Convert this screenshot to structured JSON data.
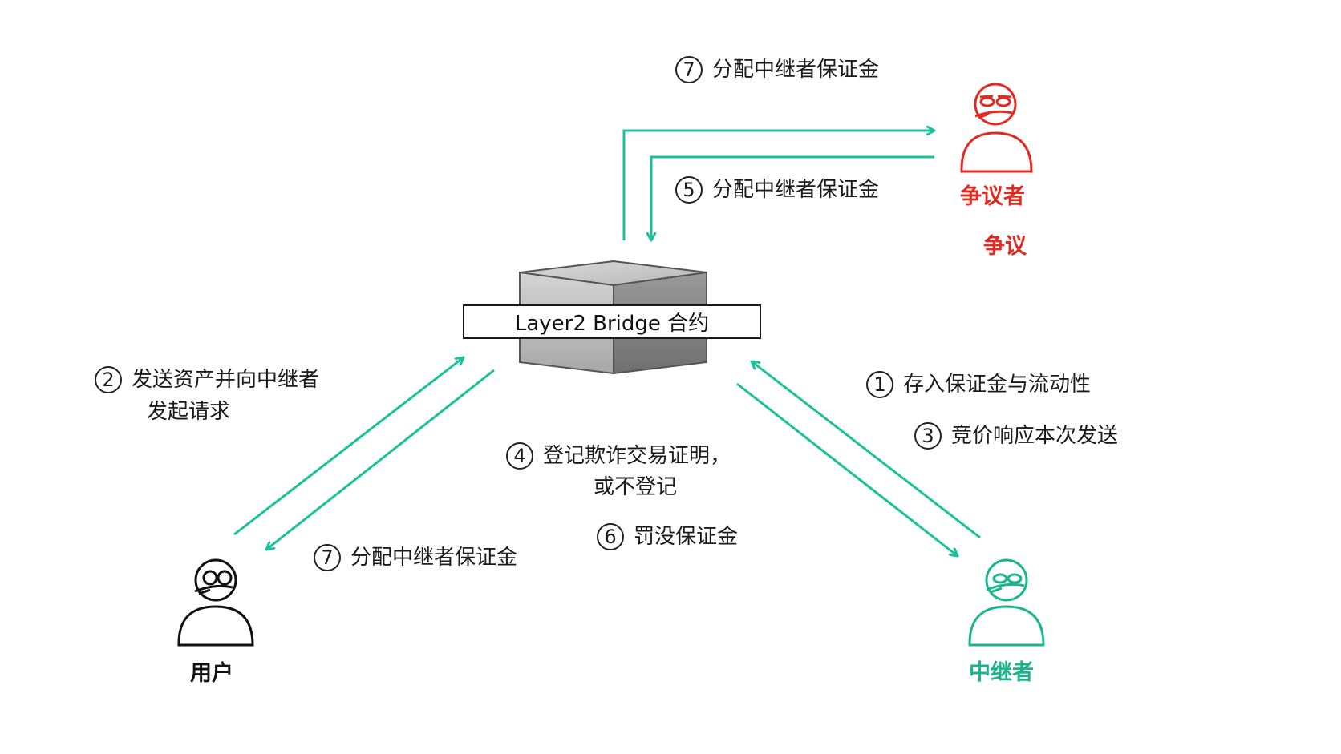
{
  "contract": {
    "label": "Layer2 Bridge 合约"
  },
  "actors": {
    "disputer": "争议者",
    "dispute_action": "争议",
    "user": "用户",
    "relayer": "中继者"
  },
  "steps": {
    "s1": {
      "num": "1",
      "text": "存入保证金与流动性"
    },
    "s2": {
      "num": "2",
      "line1": "发送资产并向中继者",
      "line2": "发起请求"
    },
    "s3": {
      "num": "3",
      "text": "竞价响应本次发送"
    },
    "s4": {
      "num": "4",
      "line1": "登记欺诈交易证明，",
      "line2": "或不登记"
    },
    "s5": {
      "num": "5",
      "text": "分配中继者保证金"
    },
    "s6": {
      "num": "6",
      "text": "罚没保证金"
    },
    "s7_top": {
      "num": "7",
      "text": "分配中继者保证金"
    },
    "s7_left": {
      "num": "7",
      "text": "分配中继者保证金"
    }
  },
  "colors": {
    "arrow": "#19c29a",
    "disputer": "#e02b22",
    "relayer": "#19b58d",
    "user": "#111111",
    "text": "#1b1b1b"
  },
  "icons": {
    "disputer": "person-icon",
    "user": "person-icon",
    "relayer": "person-icon",
    "contract": "cube-icon"
  }
}
